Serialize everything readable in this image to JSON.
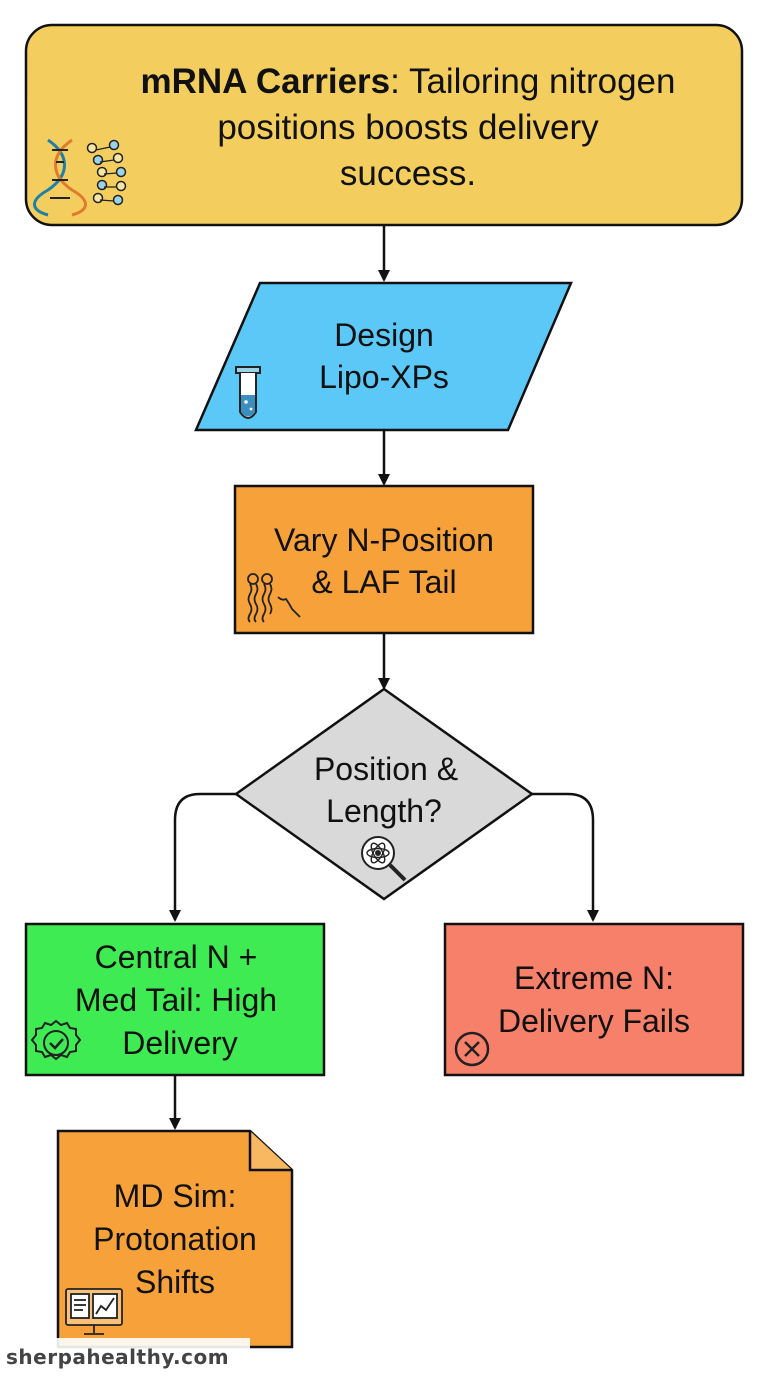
{
  "title": {
    "bold": "mRNA Carriers",
    "rest_line1": ": Tailoring nitrogen",
    "line2": "positions boosts delivery",
    "line3": "success."
  },
  "nodes": {
    "design": {
      "line1": "Design",
      "line2": "Lipo-XPs"
    },
    "vary": {
      "line1": "Vary N-Position",
      "line2": "& LAF Tail"
    },
    "decision": {
      "line1": "Position &",
      "line2": "Length?"
    },
    "central": {
      "line1": "Central N +",
      "line2": "Med Tail: High",
      "line3": "Delivery"
    },
    "extreme": {
      "line1": "Extreme N:",
      "line2": "Delivery Fails"
    },
    "md": {
      "line1": "MD Sim:",
      "line2": "Protonation",
      "line3": "Shifts"
    }
  },
  "watermark": "sherpahealthy.com",
  "icons": {
    "title": "dna-membrane-icon",
    "design": "test-tube-icon",
    "vary": "lipid-tails-icon",
    "decision": "atom-magnifier-icon",
    "central": "check-badge-icon",
    "extreme": "x-circle-icon",
    "md": "monitor-chart-icon"
  },
  "colors": {
    "title_fill": "#F3CE5E",
    "design_fill": "#5CC8F7",
    "vary_fill": "#F6A139",
    "decision_fill": "#D9D9D9",
    "central_fill": "#3FEB52",
    "extreme_fill": "#F7806A",
    "md_fill": "#F6A139"
  }
}
